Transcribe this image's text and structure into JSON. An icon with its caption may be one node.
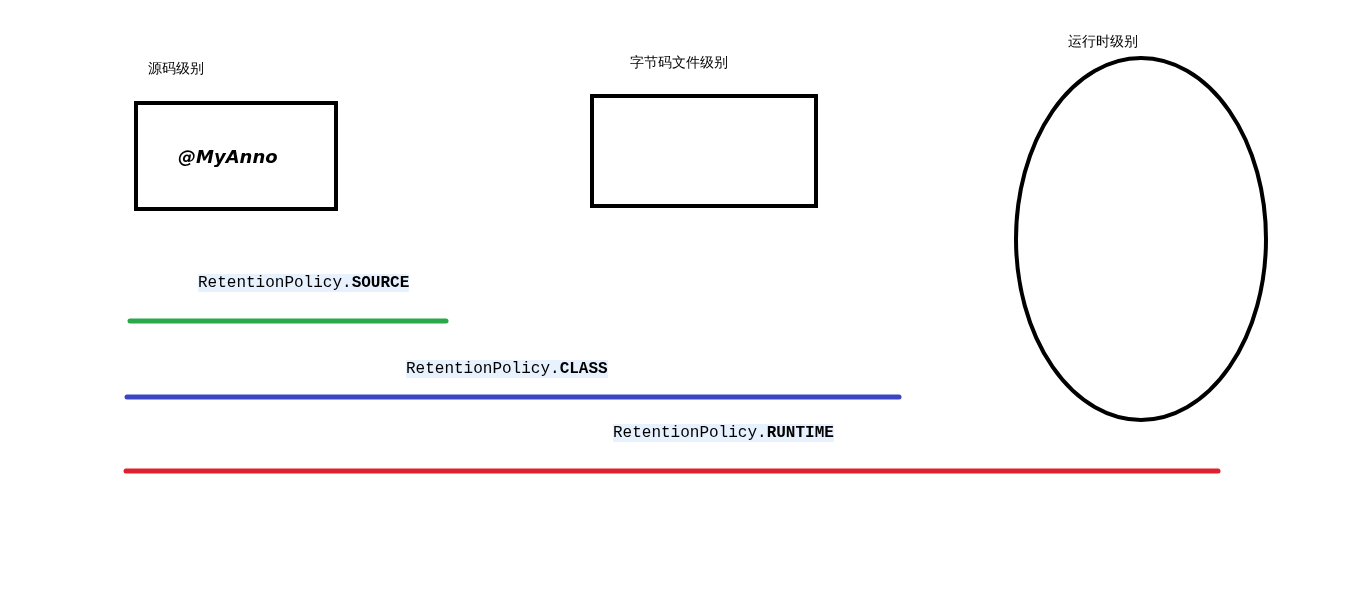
{
  "diagram": {
    "nodes": [
      {
        "text": [
          "源码级别",
          "@MyAnno"
        ]
      },
      {
        "text": [
          "字节码文件级别"
        ]
      },
      {
        "text": [
          "运行时级别"
        ]
      }
    ],
    "edges": [],
    "labels": [
      "RetentionPolicy.**SOURCE**",
      "RetentionPolicy.**CLASS**",
      "RetentionPolicy.**RUNTIME**"
    ]
  }
}
